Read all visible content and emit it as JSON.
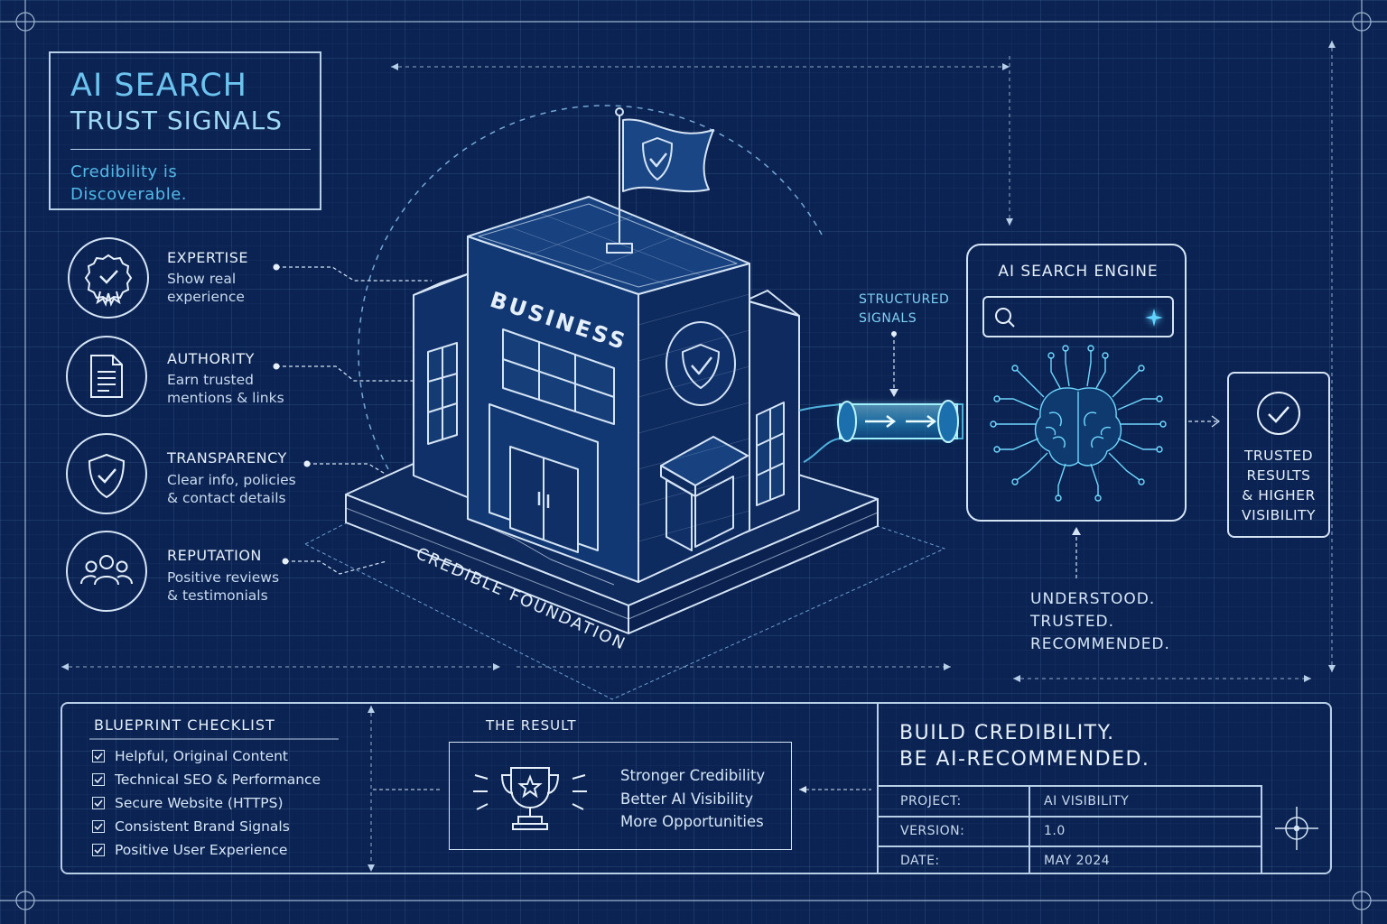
{
  "title": {
    "line1": "AI SEARCH",
    "line2": "TRUST SIGNALS",
    "subtitle_line1": "Credibility is",
    "subtitle_line2": "Discoverable."
  },
  "signals": [
    {
      "title": "EXPERTISE",
      "desc1": "Show real",
      "desc2": "experience",
      "icon": "badge-check-icon"
    },
    {
      "title": "AUTHORITY",
      "desc1": "Earn trusted",
      "desc2": "mentions & links",
      "icon": "document-icon"
    },
    {
      "title": "TRANSPARENCY",
      "desc1": "Clear info, policies",
      "desc2": "& contact details",
      "icon": "shield-check-icon"
    },
    {
      "title": "REPUTATION",
      "desc1": "Positive reviews",
      "desc2": "& testimonials",
      "icon": "people-icon"
    }
  ],
  "building": {
    "sign": "BUSINESS",
    "foundation": "CREDIBLE FOUNDATION"
  },
  "structured_signals": {
    "line1": "STRUCTURED",
    "line2": "SIGNALS"
  },
  "engine": {
    "title": "AI SEARCH ENGINE"
  },
  "trusted": {
    "line1": "TRUSTED",
    "line2": "RESULTS",
    "line3": "& HIGHER",
    "line4": "VISIBILITY"
  },
  "outcome": {
    "line1": "UNDERSTOOD.",
    "line2": "TRUSTED.",
    "line3": "RECOMMENDED."
  },
  "checklist": {
    "title": "BLUEPRINT CHECKLIST",
    "items": [
      "Helpful, Original Content",
      "Technical SEO & Performance",
      "Secure Website (HTTPS)",
      "Consistent Brand Signals",
      "Positive User Experience"
    ]
  },
  "result": {
    "title": "THE RESULT",
    "lines": [
      "Stronger Credibility",
      "Better AI Visibility",
      "More Opportunities"
    ]
  },
  "cta": {
    "line1": "BUILD CREDIBILITY.",
    "line2": "BE AI-RECOMMENDED."
  },
  "meta": {
    "project_label": "PROJECT:",
    "project_value": "AI VISIBILITY",
    "version_label": "VERSION:",
    "version_value": "1.0",
    "date_label": "DATE:",
    "date_value": "MAY 2024"
  },
  "colors": {
    "background": "#0b2352",
    "line": "#d4e4f5",
    "accent": "#52b9e8",
    "glow": "#5fd4ff"
  }
}
